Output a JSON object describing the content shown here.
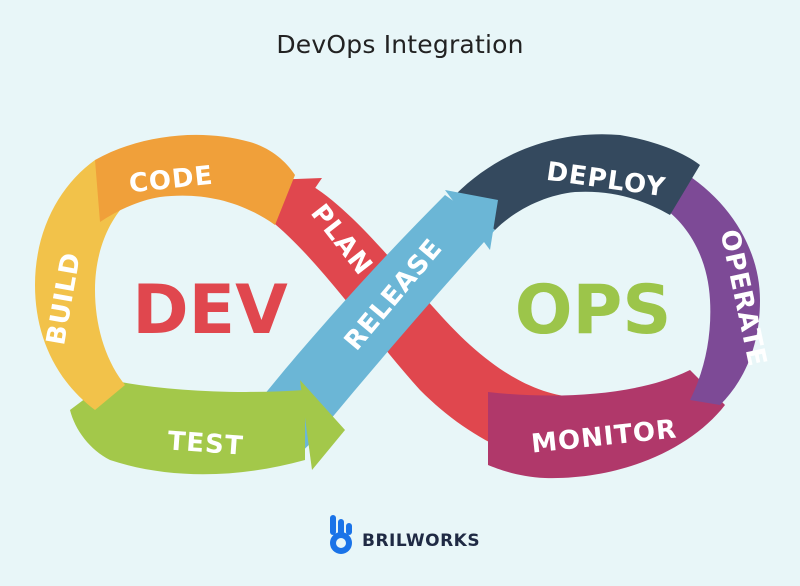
{
  "title": "DevOps Integration",
  "center": {
    "left": "DEV",
    "right": "OPS"
  },
  "segments": {
    "code": "CODE",
    "build": "BUILD",
    "test": "TEST",
    "plan": "PLAN",
    "release": "RELEASE",
    "deploy": "DEPLOY",
    "operate": "OPERATE",
    "monitor": "MONITOR"
  },
  "colors": {
    "background": "#e8f6f8",
    "code": "#f0a03a",
    "build": "#f2c24a",
    "test": "#a3c84a",
    "plan": "#e0474e",
    "release": "#6bb6d6",
    "deploy": "#34495e",
    "operate": "#7d4a96",
    "monitor": "#b0386a",
    "dev_text": "#e0474e",
    "ops_text": "#9cc54a"
  },
  "brand": {
    "name": "BRILWORKS",
    "icon": "brilworks-logo-icon"
  }
}
